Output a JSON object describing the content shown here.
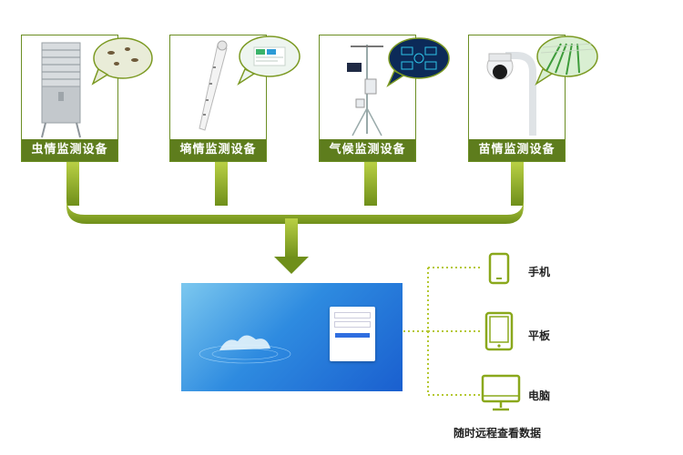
{
  "devices": [
    {
      "label": "虫情监测设备"
    },
    {
      "label": "墒情监测设备"
    },
    {
      "label": "气候监测设备"
    },
    {
      "label": "苗情监测设备"
    }
  ],
  "platform": {
    "login_title": "",
    "slogan_lines": [
      "",
      ""
    ]
  },
  "terminals": [
    {
      "label": "手机",
      "icon": "phone-icon"
    },
    {
      "label": "平板",
      "icon": "tablet-icon"
    },
    {
      "label": "电脑",
      "icon": "monitor-icon"
    }
  ],
  "caption": "随时远程查看数据",
  "colors": {
    "flow_green": "#7a9a1e",
    "label_green": "#5e7d1d",
    "dot_line": "#b5c832",
    "screen_blue": "#2e8be0",
    "icon_green": "#8aa81c"
  }
}
